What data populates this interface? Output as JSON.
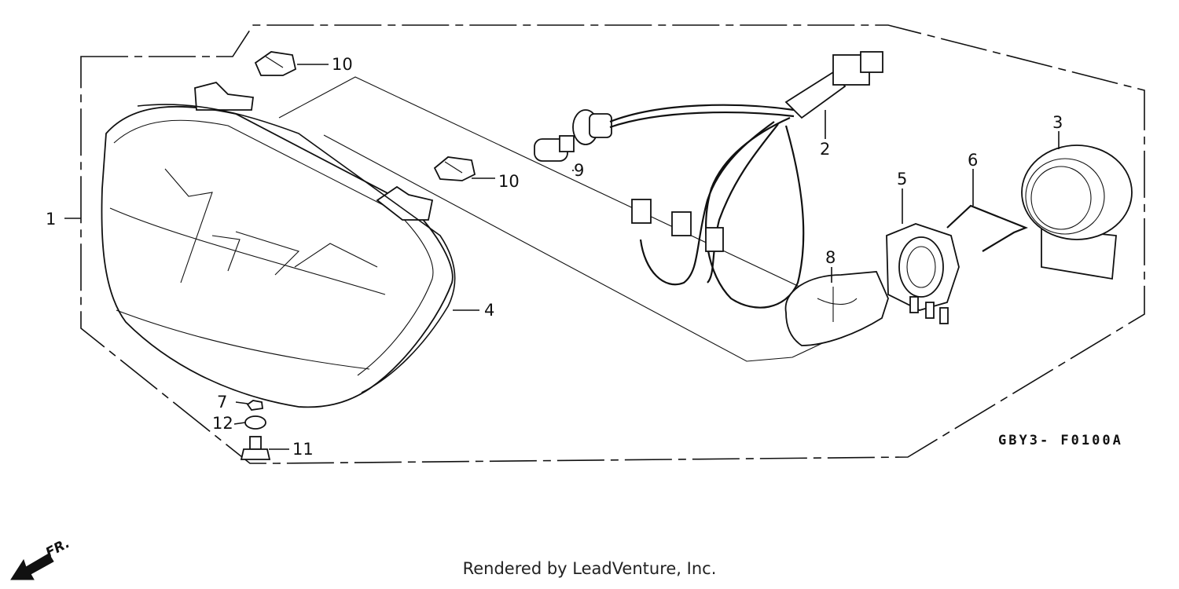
{
  "diagram": {
    "part_code": "GBY3- F0100A",
    "front_marker": "FR.",
    "callouts": [
      {
        "id": "1",
        "text": "1"
      },
      {
        "id": "2",
        "text": "2"
      },
      {
        "id": "3",
        "text": "3"
      },
      {
        "id": "4",
        "text": "4"
      },
      {
        "id": "5",
        "text": "5"
      },
      {
        "id": "6",
        "text": "6"
      },
      {
        "id": "7",
        "text": "7"
      },
      {
        "id": "8",
        "text": "8"
      },
      {
        "id": "9",
        "text": "9"
      },
      {
        "id": "10a",
        "text": "10"
      },
      {
        "id": "10b",
        "text": "10"
      },
      {
        "id": "11",
        "text": "11"
      },
      {
        "id": "12",
        "text": "12"
      }
    ]
  },
  "footer": {
    "credit": "Rendered by LeadVenture, Inc."
  }
}
